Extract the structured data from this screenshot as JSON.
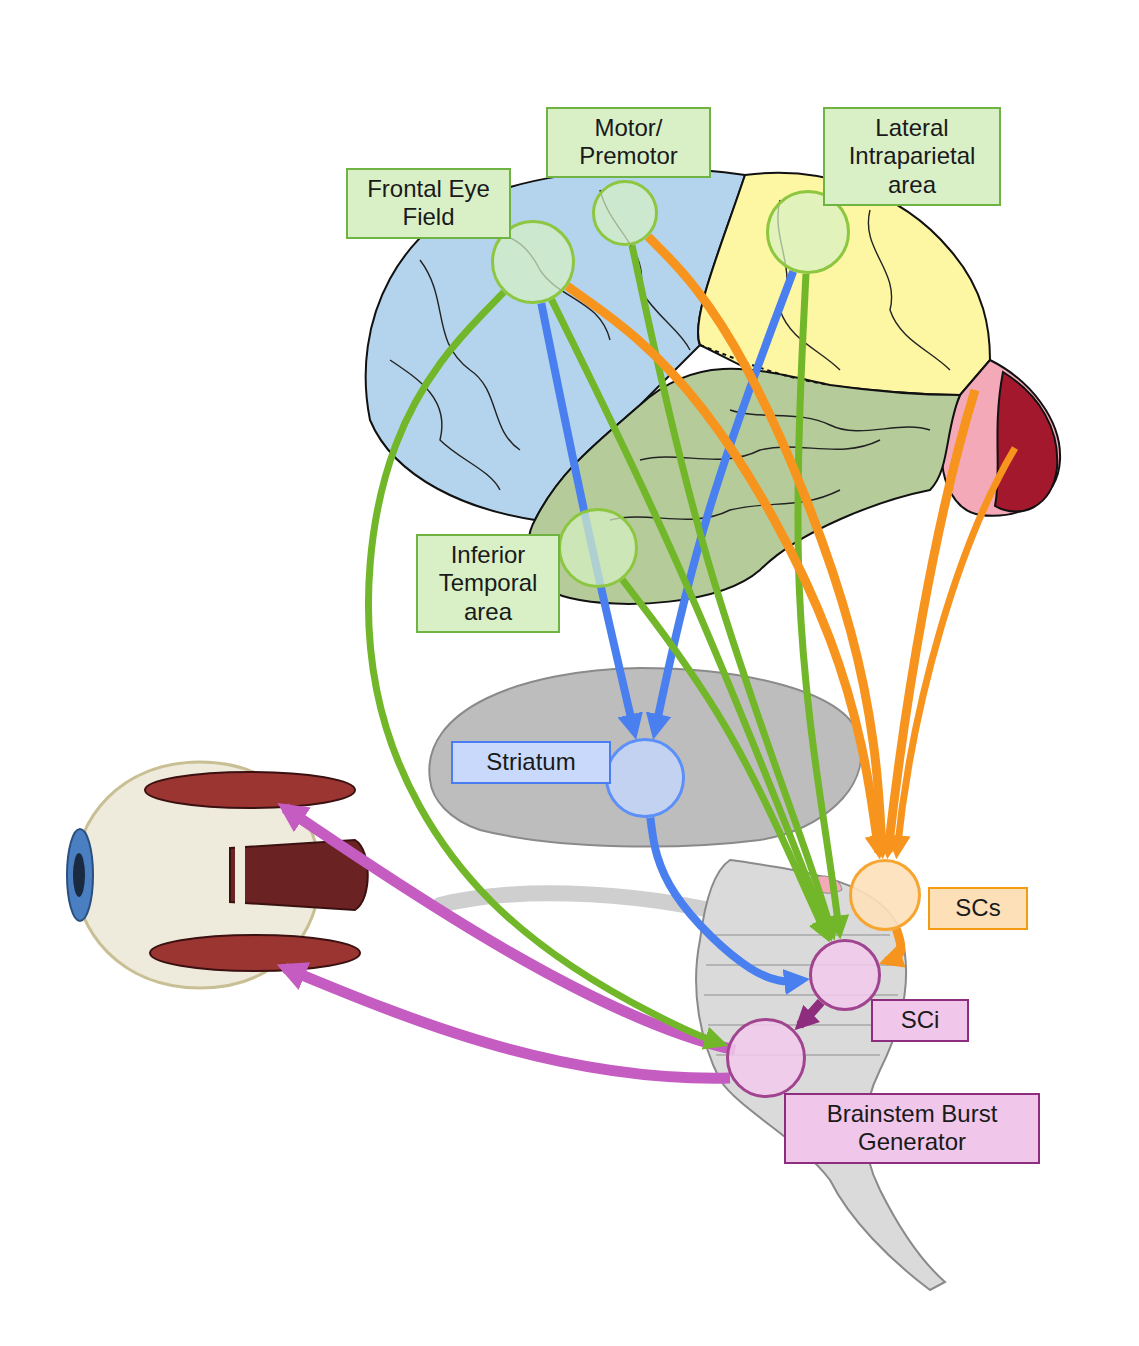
{
  "diagram": {
    "nodes": [
      {
        "text": [
          "Frontal Eye Field"
        ]
      },
      {
        "text": [
          "Motor/ Premotor"
        ]
      },
      {
        "text": [
          "Lateral Intraparietal area"
        ]
      },
      {
        "text": [
          "Inferior Temporal area"
        ]
      },
      {
        "text": [
          "Striatum"
        ]
      },
      {
        "text": [
          "SCs"
        ]
      },
      {
        "text": [
          "SCi"
        ]
      },
      {
        "text": [
          "Brainstem Burst Generator"
        ]
      }
    ],
    "edges": [
      {
        "from": 0,
        "to": 4,
        "arrow": "to"
      },
      {
        "from": 2,
        "to": 4,
        "arrow": "to"
      },
      {
        "from": 0,
        "to": 6,
        "arrow": "to"
      },
      {
        "from": 1,
        "to": 6,
        "arrow": "to"
      },
      {
        "from": 2,
        "to": 6,
        "arrow": "to"
      },
      {
        "from": 3,
        "to": 6,
        "arrow": "to"
      },
      {
        "from": 0,
        "to": 7,
        "arrow": "to"
      },
      {
        "from": 0,
        "to": 5,
        "arrow": "to"
      },
      {
        "from": 1,
        "to": 5,
        "arrow": "to"
      },
      {
        "from": 4,
        "to": 6,
        "arrow": "to"
      },
      {
        "from": 5,
        "to": 6,
        "arrow": "to"
      },
      {
        "from": 6,
        "to": 7,
        "arrow": "to"
      }
    ]
  }
}
